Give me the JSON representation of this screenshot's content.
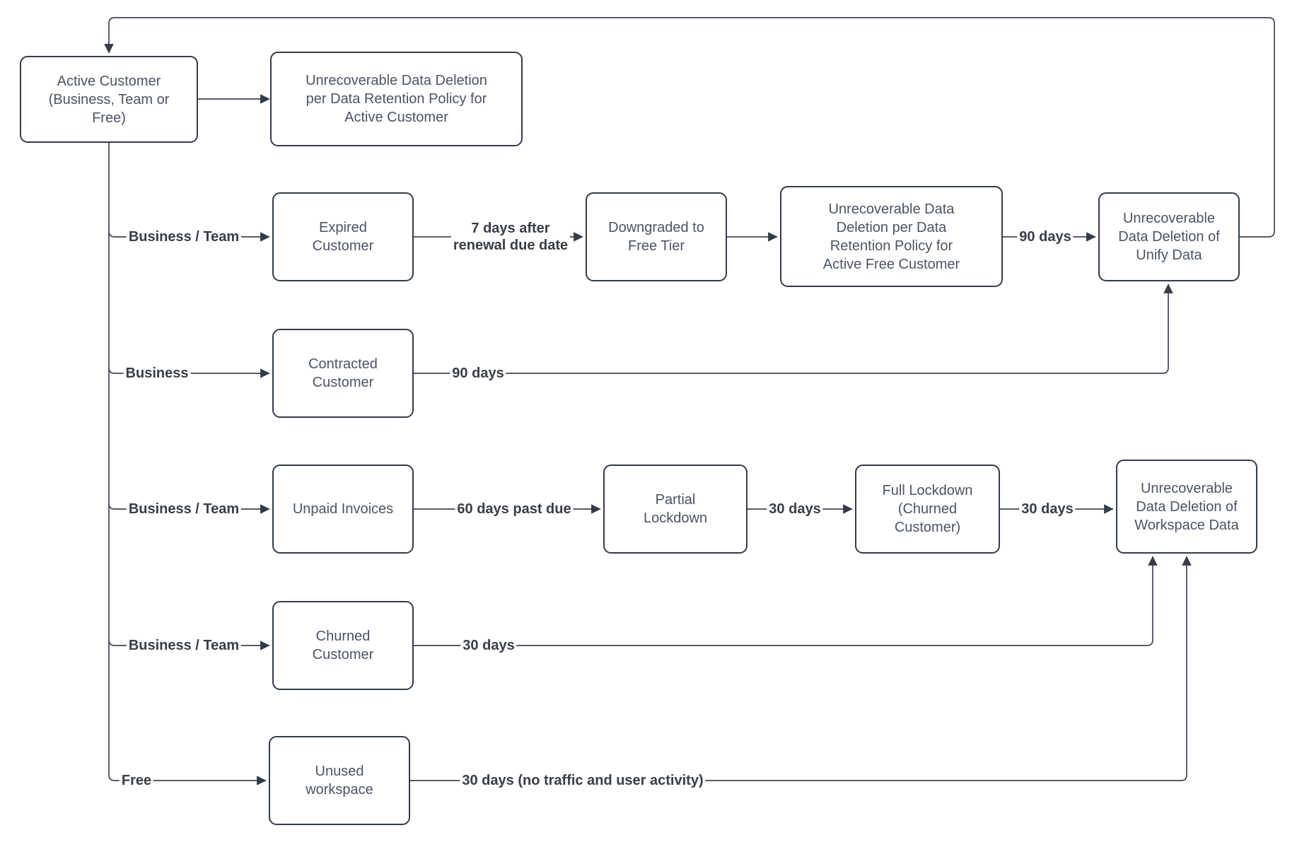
{
  "diagram": {
    "colors": {
      "background": "#ffffff",
      "node_border": "#343c49",
      "node_text": "#4b5563",
      "edge_line": "#3f4854",
      "edge_label_text": "#383e48"
    },
    "nodes": [
      {
        "id": "active-customer",
        "text": "Active Customer\n(Business, Team or\nFree)"
      },
      {
        "id": "deletion-active-customer",
        "text": "Unrecoverable Data Deletion\nper Data Retention Policy for\nActive Customer"
      },
      {
        "id": "expired-customer",
        "text": "Expired\nCustomer"
      },
      {
        "id": "downgraded-free-tier",
        "text": "Downgraded to\nFree Tier"
      },
      {
        "id": "deletion-active-free",
        "text": "Unrecoverable Data\nDeletion per Data\nRetention Policy for\nActive Free Customer"
      },
      {
        "id": "deletion-unify-data",
        "text": "Unrecoverable\nData Deletion of\nUnify Data"
      },
      {
        "id": "contracted-customer",
        "text": "Contracted\nCustomer"
      },
      {
        "id": "unpaid-invoices",
        "text": "Unpaid Invoices"
      },
      {
        "id": "partial-lockdown",
        "text": "Partial\nLockdown"
      },
      {
        "id": "full-lockdown",
        "text": "Full Lockdown\n(Churned\nCustomer)"
      },
      {
        "id": "deletion-workspace-data",
        "text": "Unrecoverable\nData Deletion of\nWorkspace Data"
      },
      {
        "id": "churned-customer",
        "text": "Churned\nCustomer"
      },
      {
        "id": "unused-workspace",
        "text": "Unused\nworkspace"
      }
    ],
    "edge_labels": [
      {
        "id": "business-team-r2",
        "text": "Business / Team"
      },
      {
        "id": "seven-days-after",
        "text": "7 days after\nrenewal due date"
      },
      {
        "id": "ninety-days-r2",
        "text": "90 days"
      },
      {
        "id": "business-r3",
        "text": "Business"
      },
      {
        "id": "ninety-days-r3",
        "text": "90 days"
      },
      {
        "id": "business-team-r4",
        "text": "Business / Team"
      },
      {
        "id": "sixty-days-past",
        "text": "60 days past due"
      },
      {
        "id": "thirty-days-r4a",
        "text": "30 days"
      },
      {
        "id": "thirty-days-r4b",
        "text": "30 days"
      },
      {
        "id": "business-team-r5",
        "text": "Business / Team"
      },
      {
        "id": "thirty-days-r5",
        "text": "30 days"
      },
      {
        "id": "free-r6",
        "text": "Free"
      },
      {
        "id": "thirty-days-no-traffic",
        "text": "30 days (no traffic and user activity)"
      }
    ]
  }
}
